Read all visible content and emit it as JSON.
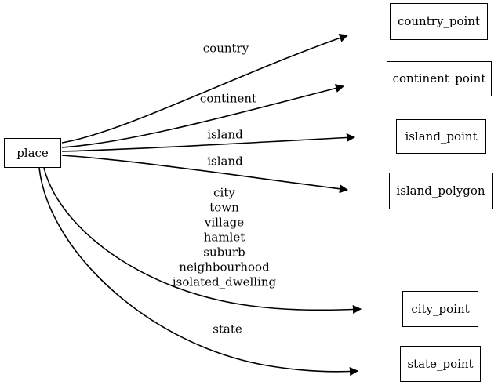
{
  "diagram": {
    "type": "directed-graph",
    "title": "place",
    "background_color": "#ffffff",
    "stroke_color": "#000000",
    "source_node": {
      "id": "place",
      "label": "place"
    },
    "target_nodes": [
      {
        "id": "country_point",
        "label": "country_point"
      },
      {
        "id": "continent_point",
        "label": "continent_point"
      },
      {
        "id": "island_point",
        "label": "island_point"
      },
      {
        "id": "island_polygon",
        "label": "island_polygon"
      },
      {
        "id": "city_point",
        "label": "city_point"
      },
      {
        "id": "state_point",
        "label": "state_point"
      }
    ],
    "edges": [
      {
        "from": "place",
        "to": "country_point",
        "label": "country"
      },
      {
        "from": "place",
        "to": "continent_point",
        "label": "continent"
      },
      {
        "from": "place",
        "to": "island_point",
        "label": "island"
      },
      {
        "from": "place",
        "to": "island_polygon",
        "label": "island"
      },
      {
        "from": "place",
        "to": "city_point",
        "label": "city\ntown\nvillage\nhamlet\nsuburb\nneighbourhood\nisolated_dwelling"
      },
      {
        "from": "place",
        "to": "state_point",
        "label": "state"
      }
    ]
  }
}
